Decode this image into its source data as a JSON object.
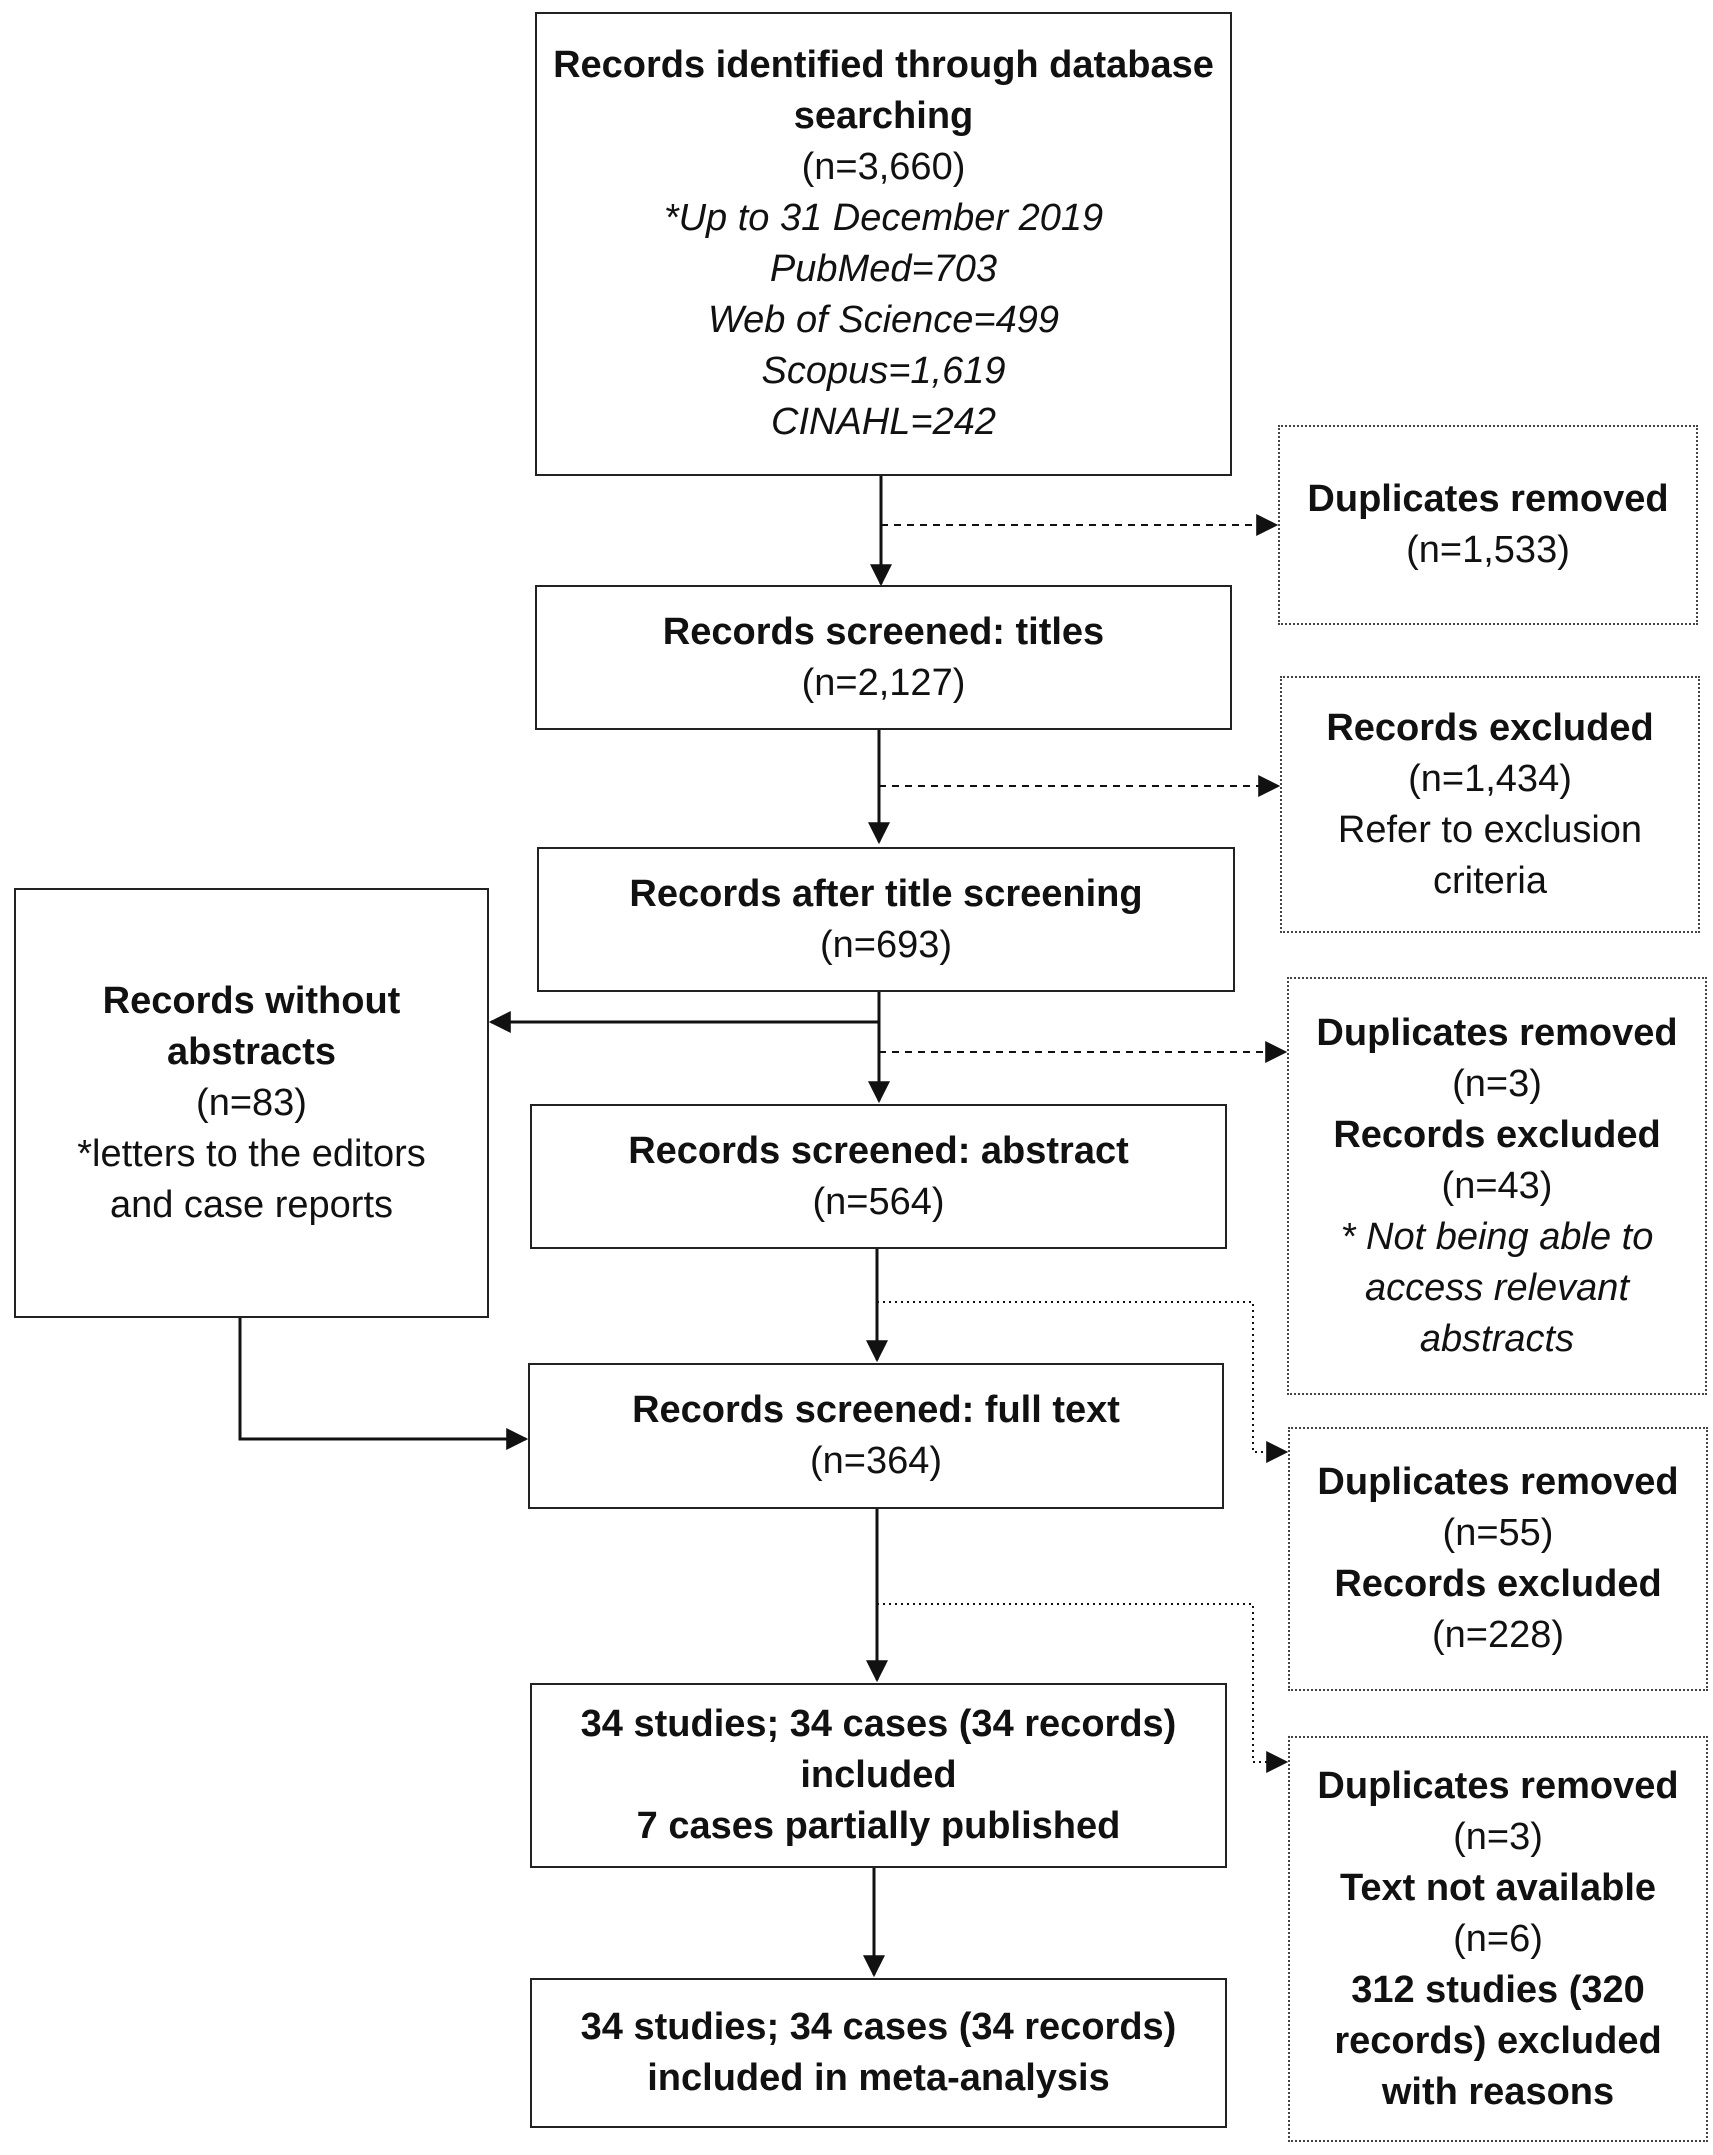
{
  "nodes": {
    "identified": {
      "title_l1": "Records identified through database",
      "title_l2": "searching",
      "count": "(n=3,660)",
      "detail_1": "*Up to 31 December 2019",
      "detail_2": "PubMed=703",
      "detail_3": "Web of Science=499",
      "detail_4": "Scopus=1,619",
      "detail_5": "CINAHL=242"
    },
    "duplicates_1": {
      "title": "Duplicates removed",
      "count": "(n=1,533)"
    },
    "screened_titles": {
      "title": "Records screened: titles",
      "count": "(n=2,127)"
    },
    "excluded_titles": {
      "title": "Records excluded",
      "count": "(n=1,434)",
      "note_l1": "Refer to exclusion",
      "note_l2": "criteria"
    },
    "after_title": {
      "title": "Records after title screening",
      "count": "(n=693)"
    },
    "without_abstracts": {
      "title_l1": "Records without",
      "title_l2": "abstracts",
      "count": "(n=83)",
      "note_l1": "*letters to the editors",
      "note_l2": "and case reports"
    },
    "excluded_abstract": {
      "title_1": "Duplicates removed",
      "count_1": "(n=3)",
      "title_2": "Records excluded",
      "count_2": "(n=43)",
      "note_l1": "* Not being able to",
      "note_l2": "access relevant",
      "note_l3": "abstracts"
    },
    "screened_abstract": {
      "title": "Records screened: abstract",
      "count": "(n=564)"
    },
    "screened_fulltext": {
      "title": "Records screened: full text",
      "count": "(n=364)"
    },
    "excluded_fulltext": {
      "title_1": "Duplicates removed",
      "count_1": "(n=55)",
      "title_2": "Records excluded",
      "count_2": "(n=228)"
    },
    "included": {
      "line_1": "34 studies; 34 cases (34 records)",
      "line_2": "included",
      "line_3": "7 cases partially published"
    },
    "excluded_final": {
      "title_1": "Duplicates removed",
      "count_1": "(n=3)",
      "title_2": "Text not available",
      "count_2": "(n=6)",
      "title_3_l1": "312 studies (320",
      "title_3_l2": "records) excluded",
      "title_3_l3": "with reasons"
    },
    "meta": {
      "line_1": "34 studies; 34 cases (34 records)",
      "line_2": "included in meta-analysis"
    }
  },
  "colors": {
    "line": "#111111",
    "box_border": "#222222",
    "background": "#ffffff"
  }
}
